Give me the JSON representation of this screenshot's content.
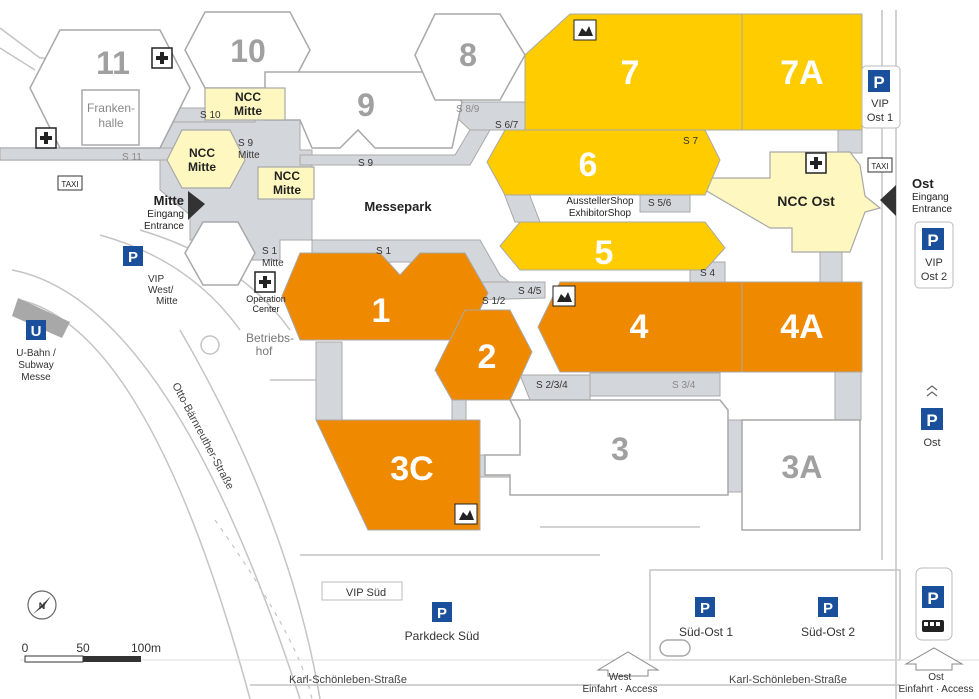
{
  "halls": {
    "h1": "1",
    "h2": "2",
    "h3": "3",
    "h3a": "3A",
    "h3c": "3C",
    "h4": "4",
    "h4a": "4A",
    "h5": "5",
    "h6": "6",
    "h7": "7",
    "h7a": "7A",
    "h8": "8",
    "h9": "9",
    "h10": "10",
    "h11": "11"
  },
  "buildings": {
    "frankenhalle_line1": "Franken-",
    "frankenhalle_line2": "halle",
    "ncc_mitte_line1": "NCC",
    "ncc_mitte_line2": "Mitte",
    "ncc_ost": "NCC Ost",
    "messepark": "Messepark",
    "operation_center_line1": "Operation",
    "operation_center_line2": "Center",
    "ausstellershop": "AusstellerShop",
    "exhibitorshop": "ExhibitorShop",
    "betriebshof_line1": "Betriebs-",
    "betriebshof_line2": "hof"
  },
  "passages": {
    "s1": "S 1",
    "s1_2": "S 1/2",
    "s1_mitte_line1": "S 1",
    "s1_mitte_line2": "Mitte",
    "s2_3_4": "S 2/3/4",
    "s3_4": "S 3/4",
    "s4": "S 4",
    "s4_5": "S 4/5",
    "s5_6": "S 5/6",
    "s6_7": "S 6/7",
    "s7": "S 7",
    "s8_9": "S 8/9",
    "s9": "S 9",
    "s9_mitte_line1": "S 9",
    "s9_mitte_line2": "Mitte",
    "s10": "S 10",
    "s11": "S 11"
  },
  "entrances": {
    "mitte_title": "Mitte",
    "mitte_sub1": "Eingang",
    "mitte_sub2": "Entrance",
    "ost_title": "Ost",
    "ost_sub1": "Eingang",
    "ost_sub2": "Entrance",
    "west_access_line1": "West",
    "west_access_line2": "Einfahrt · Access",
    "ost_access_line1": "Ost",
    "ost_access_line2": "Einfahrt · Access"
  },
  "parking": {
    "p_symbol": "P",
    "vip_ost1_line1": "VIP",
    "vip_ost1_line2": "Ost 1",
    "vip_ost2_line1": "VIP",
    "vip_ost2_line2": "Ost 2",
    "ost": "Ost",
    "vip_west_line1": "VIP",
    "vip_west_line2": "West/",
    "vip_west_line3": "Mitte",
    "vip_sued": "VIP Süd",
    "parkdeck_sued": "Parkdeck Süd",
    "sued_ost1": "Süd-Ost 1",
    "sued_ost2": "Süd-Ost 2"
  },
  "transit": {
    "taxi": "TAXI",
    "ubahn_symbol": "U",
    "ubahn_line1": "U-Bahn /",
    "ubahn_line2": "Subway",
    "ubahn_line3": "Messe"
  },
  "streets": {
    "otto_baernreuther": "Otto-Bärnreuther-Straße",
    "karl_schoenleben_west": "Karl-Schönleben-Straße",
    "karl_schoenleben_east": "Karl-Schönleben-Straße"
  },
  "scale": {
    "zero": "0",
    "fifty": "50",
    "hundred": "100m"
  },
  "compass": {
    "n": "N"
  },
  "colors": {
    "hall_yellow": "#ffcc00",
    "hall_orange": "#ef8a00",
    "ncc_cream": "#fff7c0",
    "passage_grey": "#d3d7dc",
    "outline_grey": "#a8a8a8",
    "label_grey": "#a0a0a0",
    "parking_blue": "#1a4f9c"
  },
  "icons": {
    "first_aid": "first-aid-icon",
    "parking": "parking-icon",
    "taxi": "taxi-icon",
    "exhibitor_shop": "exhibitor-shop-icon",
    "bus": "bus-icon",
    "compass": "compass-icon",
    "entrance_arrow": "entrance-arrow-icon"
  }
}
